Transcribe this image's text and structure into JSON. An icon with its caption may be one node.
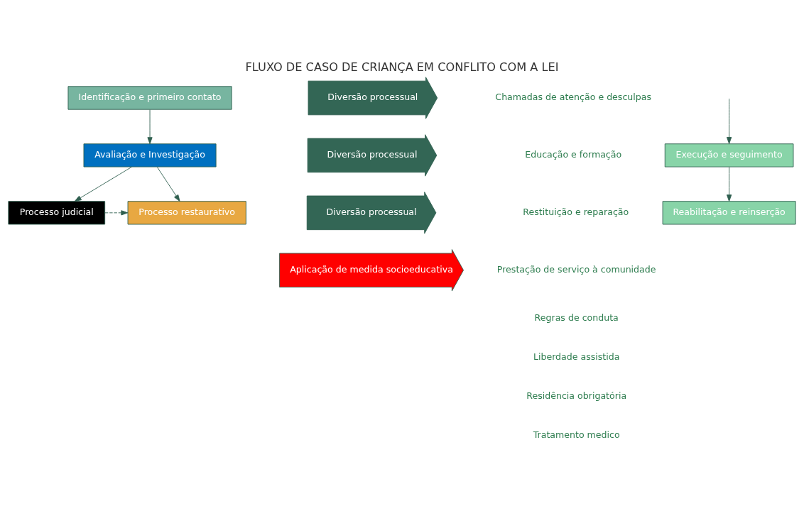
{
  "diagram": {
    "title": "FLUXO DE CASO DE CRIANÇA EM CONFLITO COM A LEI",
    "nodes": [
      {
        "text": [
          "Identificação e primeiro contato"
        ]
      },
      {
        "text": [
          "Diversão processual"
        ]
      },
      {
        "text": [
          "Avaliação e Investigação"
        ]
      },
      {
        "text": [
          "Diversão processual"
        ]
      },
      {
        "text": [
          "Diversão processual"
        ]
      },
      {
        "text": [
          "Processo restaurativo"
        ]
      },
      {
        "text": [
          "Processo judicial"
        ]
      },
      {
        "text": [
          "Aplicação de medida socioeducativa"
        ]
      },
      {
        "text": [
          "Execução e seguimento"
        ]
      },
      {
        "text": [
          "Reabilitação e reinserção"
        ]
      }
    ],
    "edges": [
      {
        "from": 0,
        "to": 2,
        "arrow": "to"
      },
      {
        "from": 2,
        "to": 5,
        "arrow": "to"
      },
      {
        "from": 2,
        "to": 6,
        "arrow": "to"
      },
      {
        "from": 6,
        "to": 5,
        "arrow": "to",
        "style": "dashed"
      },
      {
        "from": null,
        "to": 8,
        "arrow": "to"
      },
      {
        "from": 8,
        "to": 9,
        "arrow": "to"
      }
    ],
    "labels": [
      "Chamadas de atenção e desculpas",
      "Educação e formação",
      "Restituição e reparação",
      "Prestação de serviço à comunidade",
      "Regras de conduta",
      "Liberdade assistida",
      "Residência obrigatória",
      "Tratamento medico"
    ]
  }
}
